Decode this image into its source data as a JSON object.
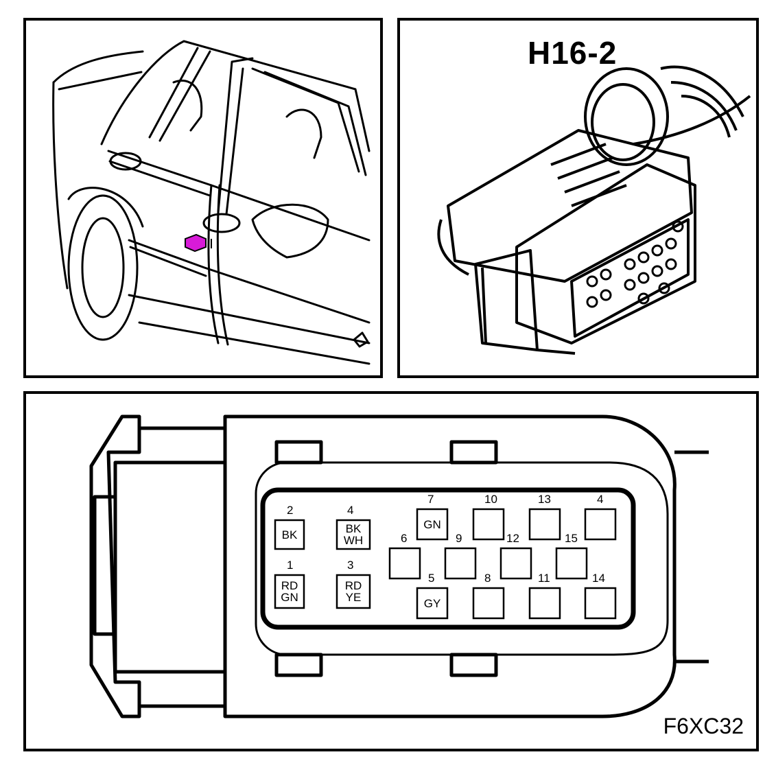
{
  "connector_title": "H16-2",
  "figure_code": "F6XC32",
  "location_marker_color": "#d81bd8",
  "pins": [
    {
      "num": "2",
      "colors": [
        "BK"
      ]
    },
    {
      "num": "4",
      "colors": [
        "BK",
        "WH"
      ]
    },
    {
      "num": "1",
      "colors": [
        "RD",
        "GN"
      ]
    },
    {
      "num": "3",
      "colors": [
        "RD",
        "YE"
      ]
    },
    {
      "num": "7",
      "colors": [
        "GN"
      ]
    },
    {
      "num": "10",
      "colors": []
    },
    {
      "num": "13",
      "colors": []
    },
    {
      "num": "4",
      "colors": []
    },
    {
      "num": "6",
      "colors": []
    },
    {
      "num": "9",
      "colors": []
    },
    {
      "num": "12",
      "colors": []
    },
    {
      "num": "15",
      "colors": []
    },
    {
      "num": "5",
      "colors": [
        "GY"
      ]
    },
    {
      "num": "8",
      "colors": []
    },
    {
      "num": "11",
      "colors": []
    },
    {
      "num": "14",
      "colors": []
    }
  ]
}
